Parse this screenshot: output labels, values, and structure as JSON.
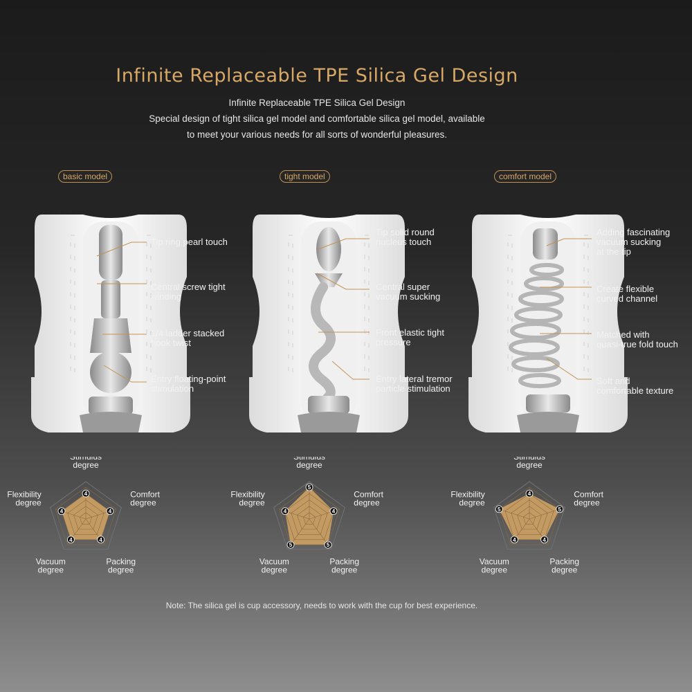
{
  "header": {
    "title": "Infinite Replaceable TPE Silica Gel Design",
    "subtitle": "Infinite Replaceable TPE Silica Gel Design",
    "description_line1": "Special design of tight silica gel model and comfortable silica gel model, available",
    "description_line2": "to meet your various needs for all sorts of wonderful pleasures."
  },
  "models": [
    {
      "tag": "basic model",
      "features": [
        "Tip ring pearl touch",
        "Central screw tight\nwinding",
        "1/4 ladder stacked\nhook twist",
        "Entry floating-point\nstimulation"
      ],
      "radar": {
        "values": [
          4,
          4,
          4,
          4,
          4
        ]
      }
    },
    {
      "tag": "tight model",
      "features": [
        "Tip solid round\nnucleus touch",
        "Central super\nvacuum sucking",
        "Front elastic tight\npressure",
        "Entry lateral tremor\nparticle stimulation"
      ],
      "radar": {
        "values": [
          5,
          4,
          5,
          5,
          4
        ]
      }
    },
    {
      "tag": "comfort model",
      "features": [
        "Adding fascinating\nvacuum sucking\nat the tip",
        "Create flexible\ncurved channel",
        "Matched with\nquasi-true fold touch",
        "Soft and\ncomfortable texture"
      ],
      "radar": {
        "values": [
          4,
          5,
          4,
          4,
          5
        ]
      }
    }
  ],
  "radar_axes": [
    [
      "Stimulus",
      "degree"
    ],
    [
      "Comfort",
      "degree"
    ],
    [
      "Packing",
      "degree"
    ],
    [
      "Vacuum",
      "degree"
    ],
    [
      "Flexibility",
      "degree"
    ]
  ],
  "radar_max": 5,
  "colors": {
    "accent": "#d8a867",
    "radar_fill": "#c49a63",
    "radar_grid": "#8a6a40"
  },
  "note": "Note: The silica gel is cup accessory, needs to work with the cup for best experience."
}
